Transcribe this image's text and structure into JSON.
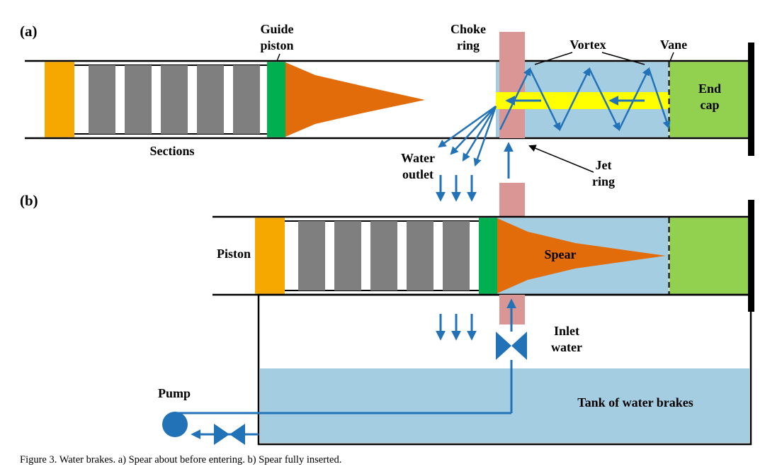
{
  "colors": {
    "piston_gold": "#F6A800",
    "section_gray": "#7F7F7F",
    "guide_piston_green": "#00B050",
    "spear_orange": "#E36C0A",
    "water_blue": "#A5CDE2",
    "choke_ring_pink": "#D99694",
    "jet_yellow": "#FFFF00",
    "end_cap_green": "#92D050",
    "arrow_blue": "#2272B8",
    "outline_black": "#000000"
  },
  "panel_a": {
    "tag": "(a)",
    "guide_piston_label": "Guide\npiston",
    "choke_ring_label": "Choke\nring",
    "vortex_label": "Vortex",
    "vane_label": "Vane",
    "end_cap_label": "End\ncap",
    "sections_label": "Sections",
    "water_outlet_label": "Water\noutlet",
    "jet_ring_label": "Jet\nring"
  },
  "panel_b": {
    "tag": "(b)",
    "piston_label": "Piston",
    "spear_label": "Spear",
    "inlet_water_label": "Inlet\nwater",
    "tank_label": "Tank of water brakes",
    "pump_label": "Pump"
  },
  "caption": "Figure 3. Water brakes. a) Spear about before entering. b) Spear fully inserted."
}
